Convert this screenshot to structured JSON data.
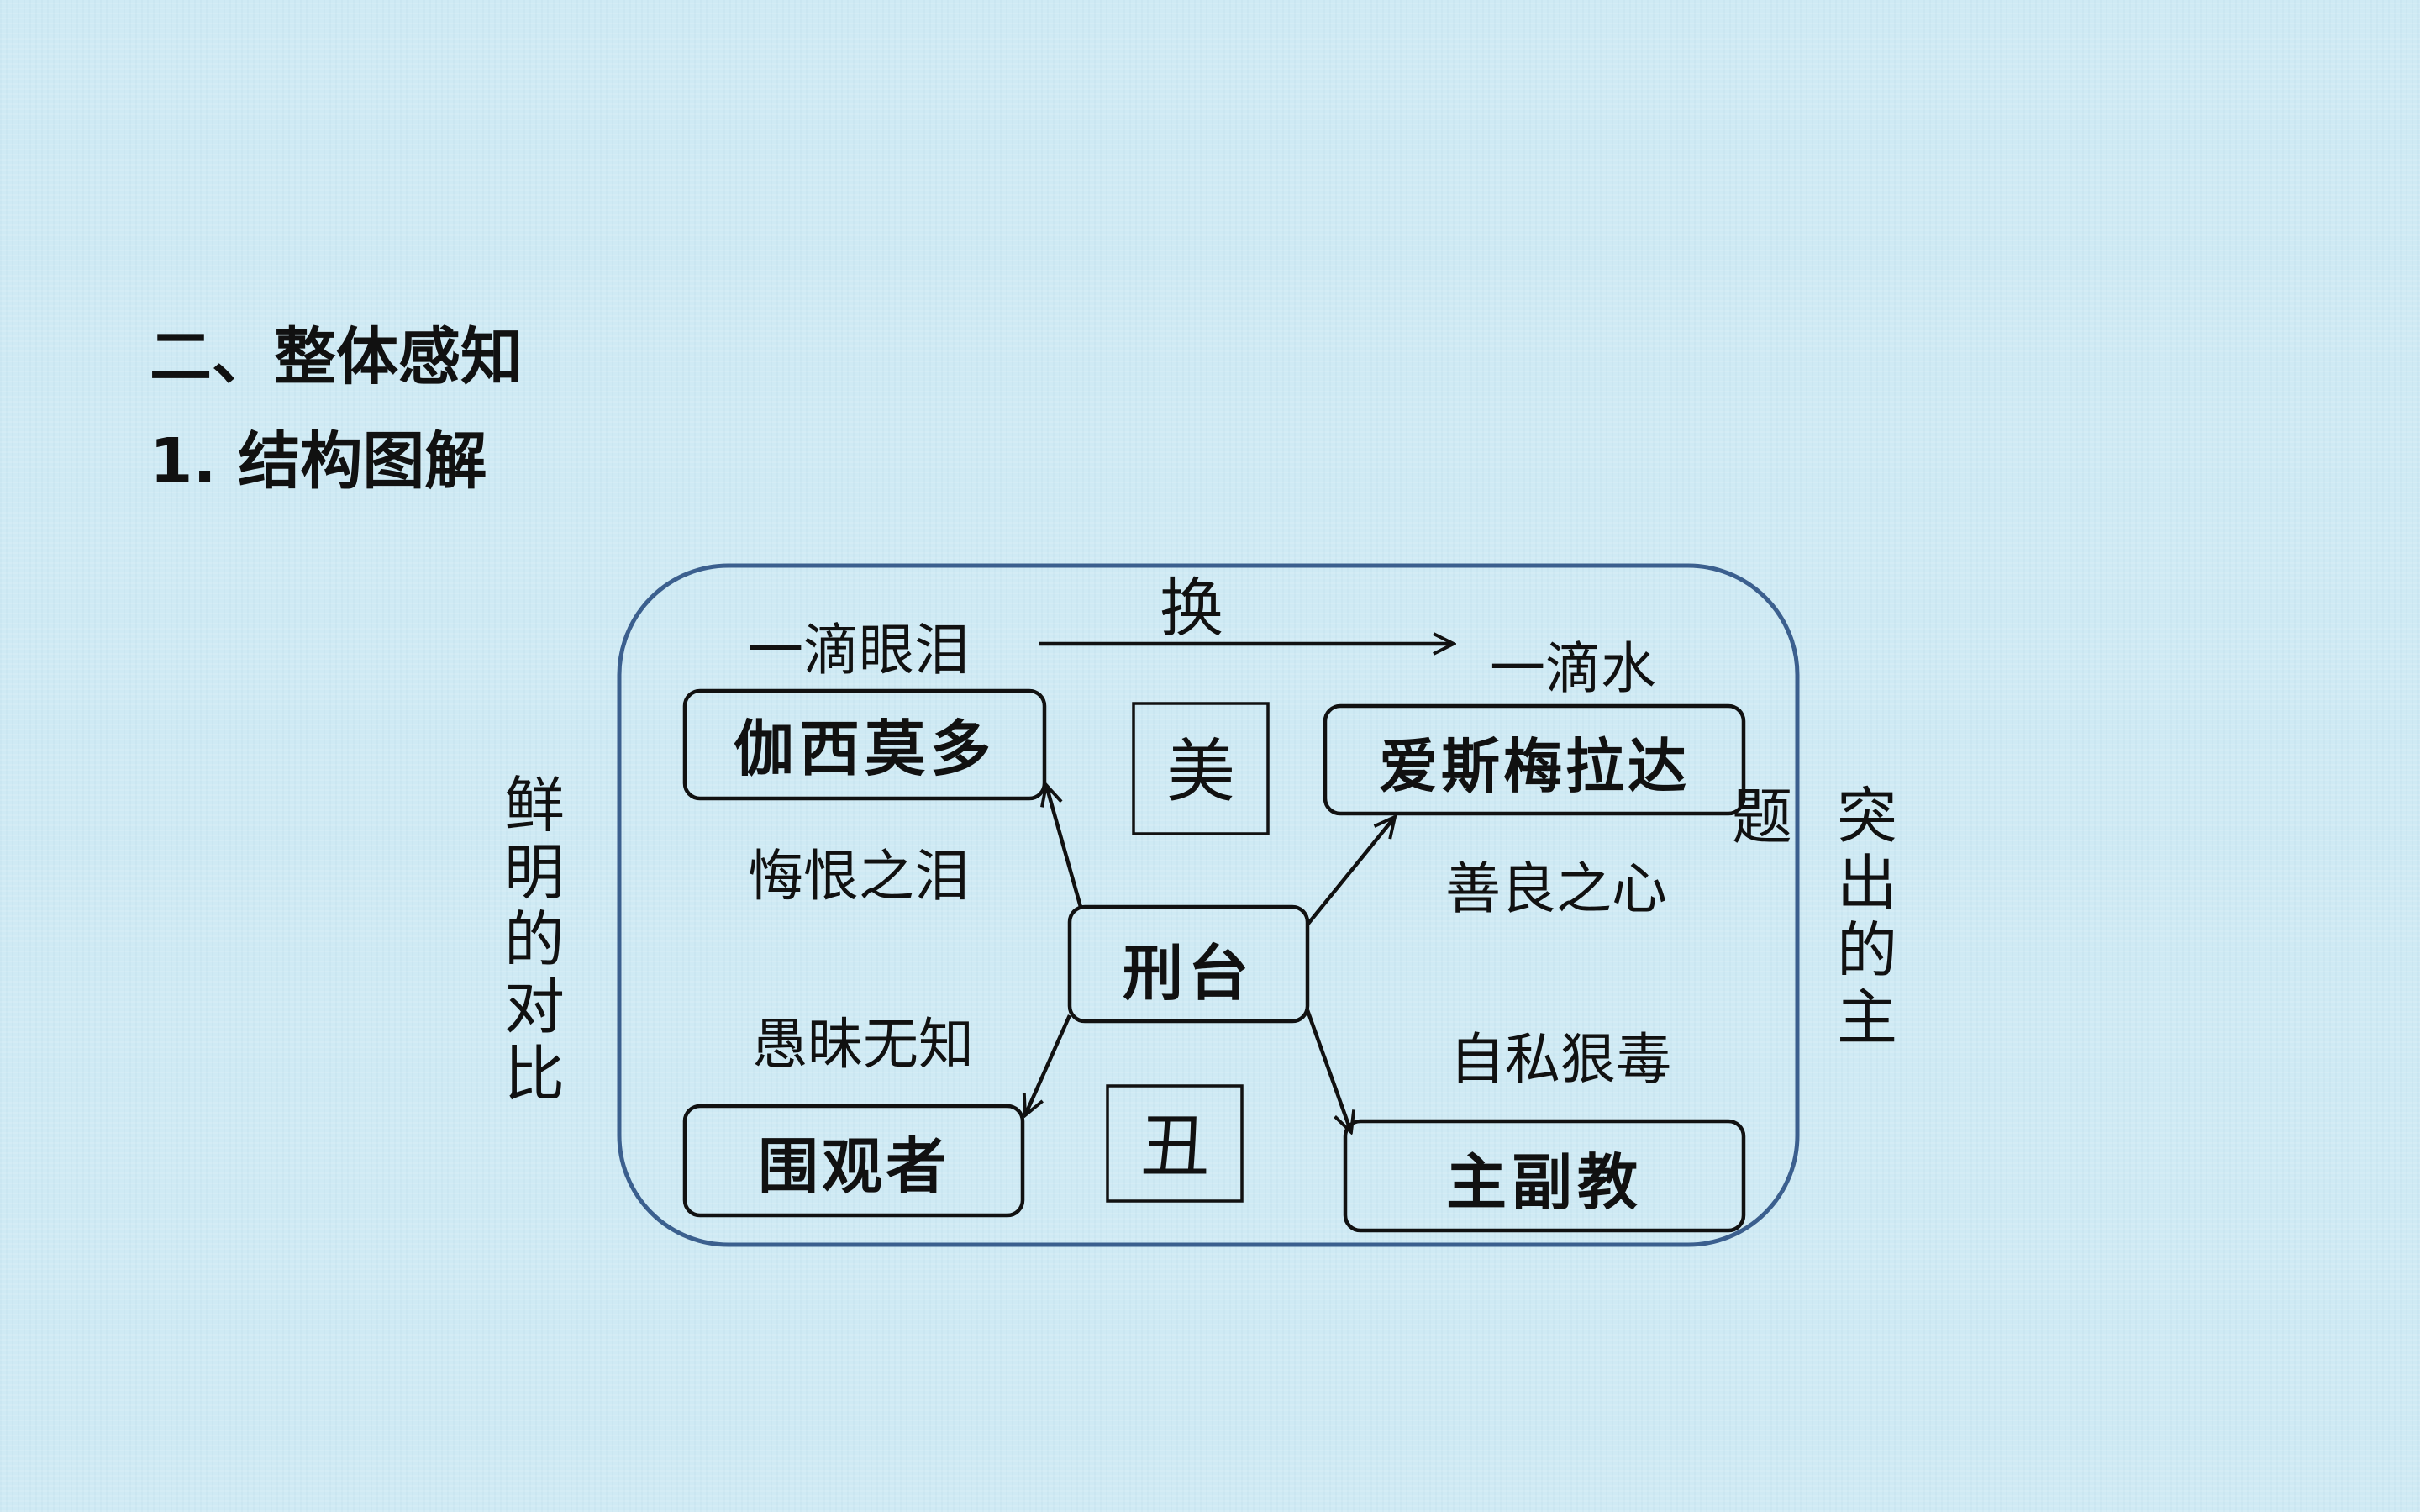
{
  "heading": {
    "section": "二、整体感知",
    "subsection": "1. 结构图解"
  },
  "diagram": {
    "nodes": {
      "center": "刑台",
      "top_left": "伽西莫多",
      "top_right": "爱斯梅拉达",
      "bottom_left": "围观者",
      "bottom_right": "主副教",
      "beauty": "美",
      "ugliness": "丑"
    },
    "labels": {
      "tear": "一滴眼泪",
      "exchange": "换",
      "water": "一滴水",
      "regret_tears": "悔恨之泪",
      "kind_heart": "善良之心",
      "ignorance": "愚昧无知",
      "selfish_vicious": "自私狠毒",
      "left_side": [
        "鲜",
        "明",
        "的",
        "对",
        "比"
      ],
      "right_side": [
        "突",
        "出",
        "的",
        "主"
      ],
      "right_tail": "题"
    },
    "colors": {
      "frame": "#3b5f8e",
      "ink": "#111111"
    }
  }
}
